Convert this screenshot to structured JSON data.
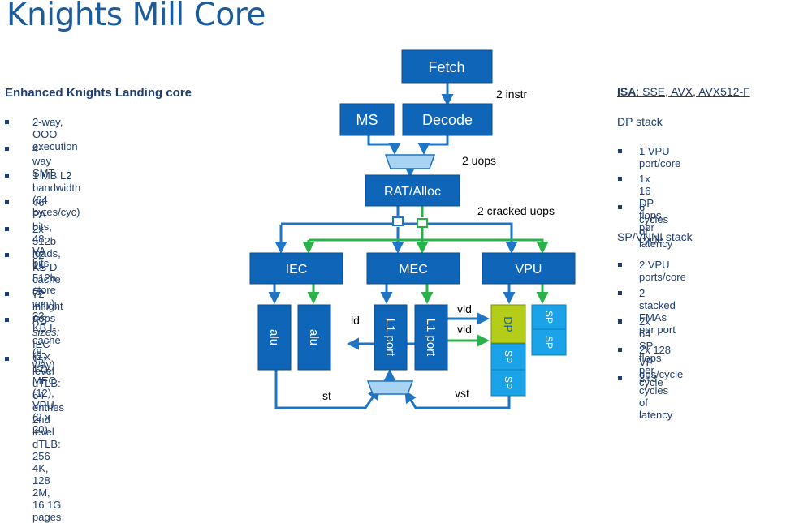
{
  "title": "Knights Mill Core",
  "left": {
    "heading": "Enhanced Knights Landing core",
    "bullets": [
      {
        "text": "2-way, OOO execution"
      },
      {
        "text": "4-way SMT"
      },
      {
        "text": "1 MB L2 bandwidth (64 bytes/cyc)"
      },
      {
        "text": "46 PA bits, 48 VA bits"
      },
      {
        "text": "2x 512b loads, 1x 512b store"
      },
      {
        "text": "32 KB D-cache (8-way),\n32 KB I-cache (8-way)"
      },
      {
        "text": "72 inflight uops"
      },
      {
        "prefix": "RS sizes:",
        "text": "IEC (2 x 12), MEC (12), VPU\n(2 x 20)"
      },
      {
        "text": "1st level uTLB: 64 entries\n2nd level dTLB:\n256 4K, 128 2M, 16 1G pages"
      }
    ]
  },
  "right": {
    "isa_label": "ISA",
    "isa_value": ": SSE, AVX, AVX512-F",
    "dp_heading": "DP stack",
    "dp_bullets": [
      "1 VPU port/core",
      "1x 16 DP flops per cycle",
      "6 cycles of latency"
    ],
    "sp_heading": "SP/VNNI stack",
    "sp_bullets": [
      "2 VPU ports/core",
      "2 stacked FMAs per port",
      "2x 64 SP flops per cycle",
      "2x 128 VP ops/cycle",
      "3+3 cycles of latency"
    ]
  },
  "diagram": {
    "fetch": "Fetch",
    "ms": "MS",
    "decode": "Decode",
    "rat": "RAT/Alloc",
    "iec": "IEC",
    "mec": "MEC",
    "vpu": "VPU",
    "alu1": "alu",
    "alu2": "alu",
    "l1port1": "L1 port",
    "l1port2": "L1 port",
    "dp": "DP",
    "sp": "SP",
    "notes": {
      "instr": "2 instr",
      "uops": "2 uops",
      "cracked": "2 cracked uops",
      "ld": "ld",
      "vld1": "vld",
      "vld2": "vld",
      "st": "st",
      "vst": "vst"
    },
    "colors": {
      "box": "#0f66b8",
      "box_border": "#0a4f92",
      "light": "#1aa3e8",
      "dp": "#b5cc18",
      "arrow_blue": "#1f74c4",
      "arrow_green": "#29b24a",
      "mux": "#a9d3f3"
    }
  }
}
